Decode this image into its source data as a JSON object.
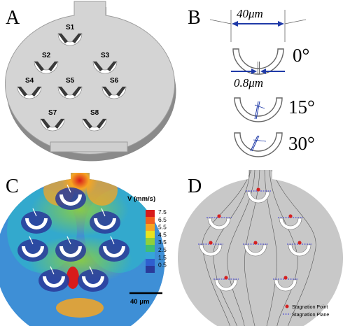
{
  "panels": {
    "A": {
      "letter": "A",
      "structures": [
        "S1",
        "S2",
        "S3",
        "S4",
        "S5",
        "S6",
        "S7",
        "S8"
      ]
    },
    "B": {
      "letter": "B",
      "width_label": "40μm",
      "gap_label": "0.8μm",
      "angles": [
        "0°",
        "15°",
        "30°"
      ]
    },
    "C": {
      "letter": "C",
      "colorbar_title": "V (mm/s)",
      "colorbar_ticks": [
        "7.5",
        "6.5",
        "5.5",
        "4.5",
        "3.5",
        "2.5",
        "1.5",
        "0.5"
      ],
      "scale_bar": "40 μm"
    },
    "D": {
      "letter": "D",
      "legend": {
        "stagnation_point": "Stagnation Point",
        "stagnation_plane": "Stagnation Plane"
      }
    }
  },
  "colors": {
    "colorbar": [
      "#d81b1b",
      "#f2601e",
      "#f6a623",
      "#e8e21f",
      "#8fd03a",
      "#3fbf73",
      "#35a6d8",
      "#2f5fcf",
      "#2a3a9a"
    ]
  }
}
